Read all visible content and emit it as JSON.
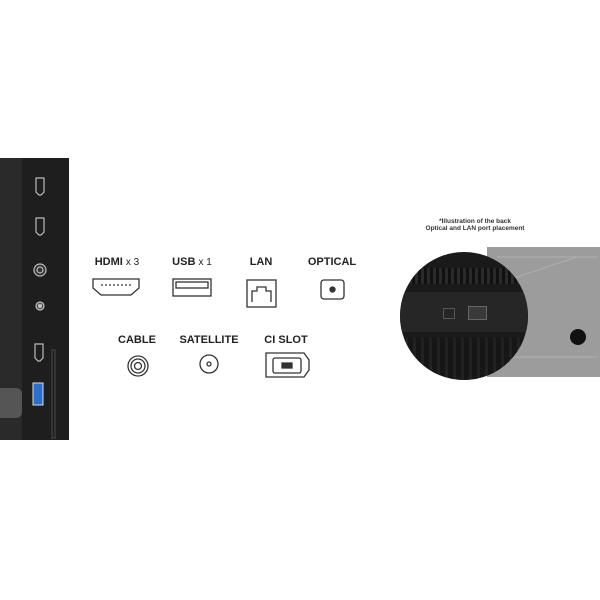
{
  "ports": [
    {
      "id": "hdmi",
      "label": "HDMI",
      "qty": "x 3"
    },
    {
      "id": "usb",
      "label": "USB",
      "qty": "x 1"
    },
    {
      "id": "lan",
      "label": "LAN",
      "qty": ""
    },
    {
      "id": "optical",
      "label": "OPTICAL",
      "qty": ""
    },
    {
      "id": "cable",
      "label": "CABLE",
      "qty": ""
    },
    {
      "id": "satellite",
      "label": "SATELLITE",
      "qty": ""
    },
    {
      "id": "ci",
      "label": "CI SLOT",
      "qty": ""
    }
  ],
  "note": {
    "line1": "*Illustration of the back",
    "line2": "Optical and LAN port placement"
  },
  "colors": {
    "panel": "#1e1e1e",
    "tv_back": "#9c9c9c",
    "usb_blue": "#2a6fd0"
  }
}
